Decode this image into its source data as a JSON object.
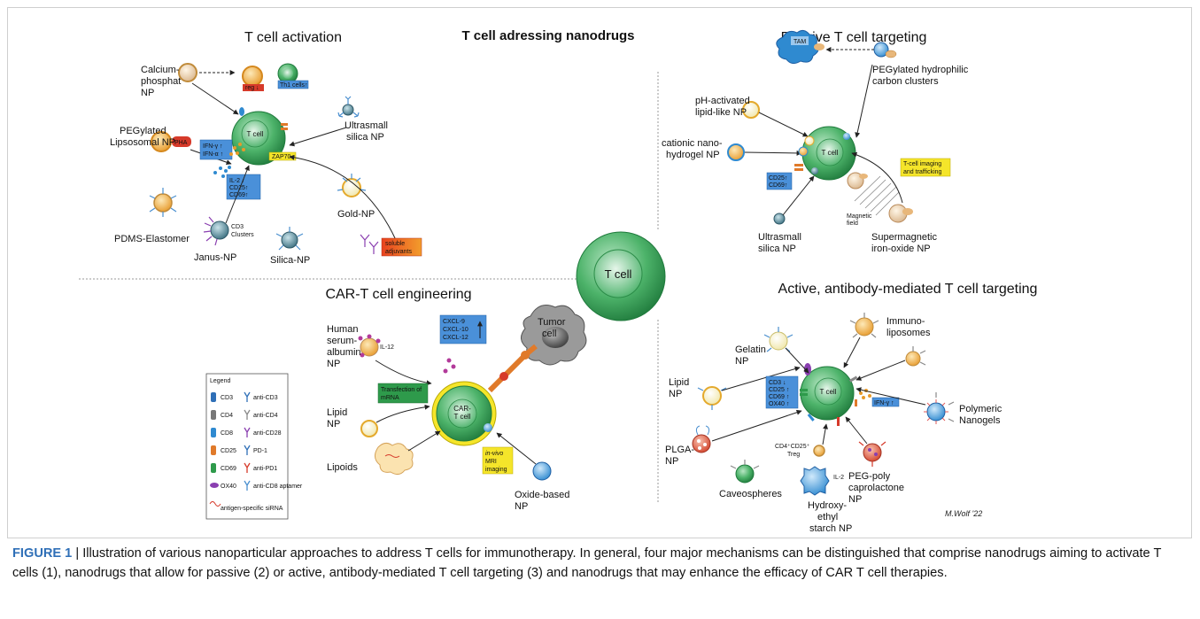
{
  "figure": {
    "main_title": "T cell adressing nanodrugs",
    "center_cell": "T cell",
    "signature": "M.Wolf '22",
    "sections": {
      "activation": {
        "title": "T cell activation",
        "cell": "T cell",
        "labels": {
          "calcium_1": "Calcium-",
          "calcium_2": "phosphat",
          "calcium_3": "NP",
          "treg": "reg ↓",
          "th1": "Th1 cells↑",
          "peg_1": "PEGylated",
          "peg_2": "Lipsosomal NP",
          "pha": "PHA",
          "ifn1": "IFN-γ ↑",
          "ifn2": "IFN-α ↑",
          "zap70": "ZAP70",
          "ultra_1": "Ultrasmall",
          "ultra_2": "silica NP",
          "il2": "IL-2 ↑",
          "cd25": "CD25↑",
          "cd69": "CD69↑",
          "gold": "Gold-NP",
          "pdms": "PDMS-Elastomer",
          "cd3c_1": "CD3",
          "cd3c_2": "Clusters",
          "janus": "Janus-NP",
          "silica": "Silica-NP",
          "adj_1": "soluble",
          "adj_2": "adjuvants"
        }
      },
      "passive": {
        "title": "Passive T cell targeting",
        "cell": "T cell",
        "labels": {
          "tam": "TAM",
          "phlip_1": "pH-activated",
          "phlip_2": "lipid-like NP",
          "pegh_1": "PEGylated hydrophilic",
          "pegh_2": "carbon clusters",
          "cationic_1": "cationic nano-",
          "cationic_2": "hydrogel NP",
          "img_1": "T-cell imaging",
          "img_2": "and trafficking",
          "cd25": "CD25↑",
          "cd69": "CD69↑",
          "mag_1": "Magnetic",
          "mag_2": "field",
          "ultra_1": "Ultrasmall",
          "ultra_2": "silica NP",
          "iron_1": "Supermagnetic",
          "iron_2": "iron-oxide NP"
        }
      },
      "cart": {
        "title": "CAR-T cell engineering",
        "cell_1": "CAR-",
        "cell_2": "T cell",
        "labels": {
          "hsa_1": "Human",
          "hsa_2": "serum-",
          "hsa_3": "albumin",
          "hsa_4": "NP",
          "il12": "IL-12",
          "cxcl9": "CXCL-9",
          "cxcl10": "CXCL-10",
          "cxcl12": "CXCL-12",
          "tumor_1": "Tumor",
          "tumor_2": "cell",
          "transf_1": "Transfection of",
          "transf_2": "mRNA",
          "lipid_1": "Lipid",
          "lipid_2": "NP",
          "mri_1": "in-vivo",
          "mri_2": "MRI",
          "mri_3": "imaging",
          "lipoids": "Lipoids",
          "oxide_1": "Oxide-based",
          "oxide_2": "NP"
        }
      },
      "active": {
        "title": "Active, antibody-mediated T cell targeting",
        "cell": "T cell",
        "labels": {
          "gelatin_1": "Gelatin",
          "gelatin_2": "NP",
          "immuno_1": "Immuno-",
          "immuno_2": "liposomes",
          "lipid_1": "Lipid",
          "lipid_2": "NP",
          "cd3": "CD3 ↓",
          "cd25": "CD25 ↑",
          "cd69": "CD69 ↑",
          "ox40": "OX40 ↑",
          "ifn": "IFN-γ ↑",
          "poly_1": "Polymeric",
          "poly_2": "Nanogels",
          "plga_1": "PLGA-",
          "plga_2": "NP",
          "treg_1": "CD4⁺CD25⁺",
          "treg_2": "Treg",
          "il2": "IL-2",
          "caveo": "Caveospheres",
          "hes_1": "Hydroxy-",
          "hes_2": "ethyl",
          "hes_3": "starch NP",
          "pcl_1": "PEG-poly",
          "pcl_2": "caprolactone",
          "pcl_3": "NP"
        }
      }
    },
    "legend": {
      "title": "Legend",
      "items": [
        {
          "left": "CD3",
          "right": "anti-CD3"
        },
        {
          "left": "CD4",
          "right": "anti-CD4"
        },
        {
          "left": "CD8",
          "right": "anti-CD28"
        },
        {
          "left": "CD25",
          "right": "PD-1"
        },
        {
          "left": "CD69",
          "right": "anti-PD1"
        },
        {
          "left": "OX40",
          "right": "anti-CD8 aptamer"
        }
      ],
      "sirna": "antigen-specific siRNA"
    }
  },
  "caption": {
    "label": "FIGURE 1",
    "separator": " | ",
    "text": "Illustration of various nanoparticular approaches to address T cells for immunotherapy. In general, four major mechanisms can be distinguished that comprise nanodrugs aiming to activate T cells (1), nanodrugs that allow for passive (2) or active, antibody-mediated T cell targeting (3) and nanodrugs that may enhance the efficacy of CAR T cell therapies."
  }
}
